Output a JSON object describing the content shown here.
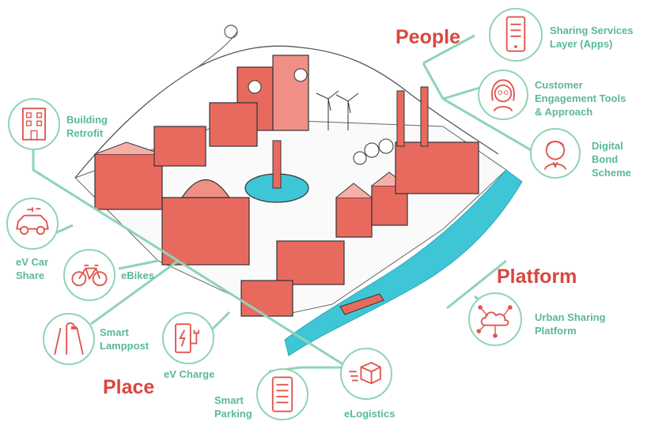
{
  "headings": {
    "people": "People",
    "platform": "Platform",
    "place": "Place"
  },
  "people_items": [
    {
      "label_lines": [
        "Sharing Services",
        "Layer (Apps)"
      ],
      "icon": "phone-app-icon"
    },
    {
      "label_lines": [
        "Customer",
        "Engagement  Tools",
        "& Approach"
      ],
      "icon": "woman-avatar-icon"
    },
    {
      "label_lines": [
        "Digital",
        "Bond",
        "Scheme"
      ],
      "icon": "man-avatar-icon"
    }
  ],
  "platform_items": [
    {
      "label_lines": [
        "Urban Sharing",
        "Platform"
      ],
      "icon": "cloud-network-icon"
    }
  ],
  "place_items": [
    {
      "label_lines": [
        "Building",
        "Retrofit"
      ],
      "icon": "building-icon"
    },
    {
      "label_lines": [
        "eV Car",
        "Share"
      ],
      "icon": "electric-car-icon"
    },
    {
      "label_lines": [
        "eBikes"
      ],
      "icon": "bicycle-icon"
    },
    {
      "label_lines": [
        "Smart",
        "Lamppost"
      ],
      "icon": "lamppost-icon"
    },
    {
      "label_lines": [
        "eV Charge"
      ],
      "icon": "ev-charger-icon"
    },
    {
      "label_lines": [
        "Smart",
        "Parking"
      ],
      "icon": "parking-app-icon"
    },
    {
      "label_lines": [
        "eLogistics"
      ],
      "icon": "delivery-box-icon"
    }
  ],
  "colors": {
    "heading_red": "#d9463f",
    "label_green": "#5bb89a",
    "connector_green": "#8fd3b8",
    "icon_red": "#e0564f",
    "river_cyan": "#3fc6d6",
    "sketch_grey": "#4a4a4a",
    "building_red": "#e86a5f"
  }
}
